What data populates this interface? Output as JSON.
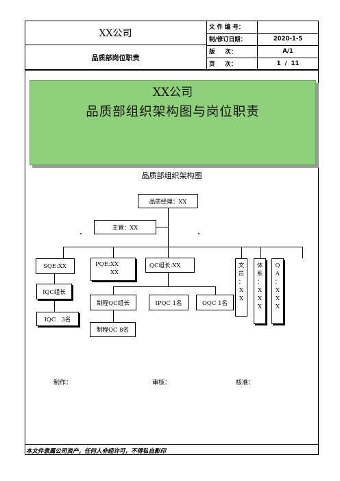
{
  "header": {
    "company": "XX公司",
    "doc_title": "品质部岗位职责",
    "rows": [
      {
        "label": "文 件 编 号：",
        "value": ""
      },
      {
        "label": "制/修订日期：",
        "value": "2020-1-5"
      },
      {
        "label": "版     次：",
        "value": "A/1"
      },
      {
        "label": "页     次：",
        "value": "1  /  11"
      }
    ]
  },
  "banner": {
    "title": "XX公司",
    "subtitle": "品质部组织架构图与岗位职责"
  },
  "org_chart": {
    "heading": "品质部组织架构图",
    "manager": "品质经理：XX",
    "supervisor": "主管：XX",
    "sqe": "SQE:XX",
    "pqe_line1": "PQE:XX",
    "pqe_line2": "XX",
    "qc_leader": "QC组长:XX",
    "iqc_leader": "IQC组长",
    "iqc_staff": "IQC   3名",
    "process_qc_leader": "制程QC组长",
    "ipqc": "IPQC 1名",
    "oqc": "OQC 1名",
    "process_qc_staff": "制程QC 8名",
    "clerk": [
      "文",
      "员",
      "：",
      "X",
      "X"
    ],
    "system": [
      "体",
      "系",
      "：",
      "X",
      "X",
      "X"
    ],
    "qa": [
      "Q",
      "A",
      "：",
      "X",
      "X",
      "X"
    ]
  },
  "signoff": {
    "made_by": "制作：",
    "reviewed_by": "审核：",
    "approved_by": "核准："
  },
  "footer": {
    "notice": "本文件隶属公司资产，任何人非经许可，不得私自影印"
  }
}
